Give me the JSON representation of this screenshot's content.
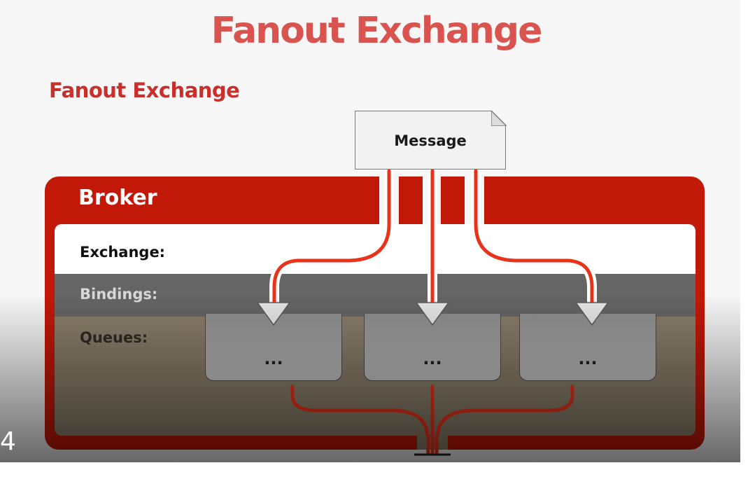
{
  "slide": {
    "title": "Fanout Exchange",
    "subtitle": "Fanout Exchange",
    "page_number": "4"
  },
  "diagram": {
    "message_label": "Message",
    "broker_label": "Broker",
    "rows": {
      "exchange": "Exchange:",
      "bindings": "Bindings:",
      "queues": "Queues:"
    },
    "queues": [
      "...",
      "...",
      "..."
    ]
  },
  "colors": {
    "title_red": "#d9534f",
    "broker_red": "#c21807",
    "bindings_gray": "#656565",
    "queues_tan": "#8a7e6a",
    "line_red": "#e8321a"
  }
}
